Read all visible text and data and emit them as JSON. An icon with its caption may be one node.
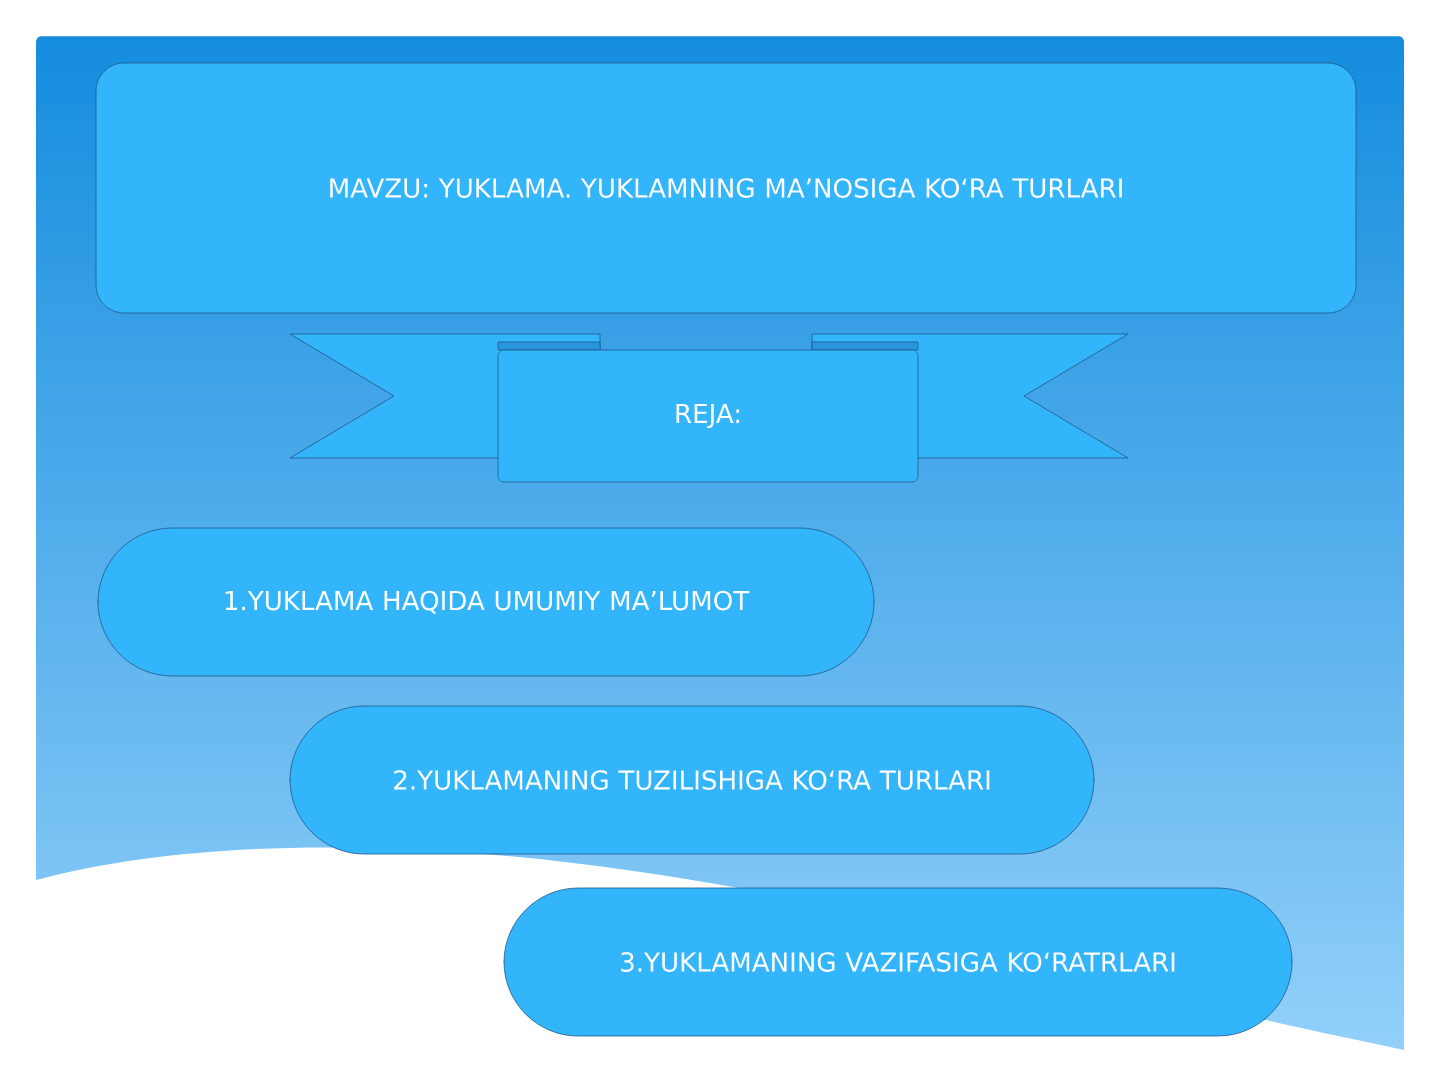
{
  "diagram": {
    "nodes": [
      {
        "text": [
          "MAVZU: YUKLAMA. YUKLAMNING MA’NOSIGA KO‘RA TURLARI"
        ]
      },
      {
        "text": [
          "REJA:"
        ]
      },
      {
        "text": [
          "1.YUKLAMA HAQIDA UMUMIY MA’LUMOT"
        ]
      },
      {
        "text": [
          "2.YUKLAMANING TUZILISHIGA KO‘RA TURLARI"
        ]
      },
      {
        "text": [
          "3.YUKLAMANING VAZIFASIGA KO‘RATRLARI"
        ]
      }
    ]
  }
}
